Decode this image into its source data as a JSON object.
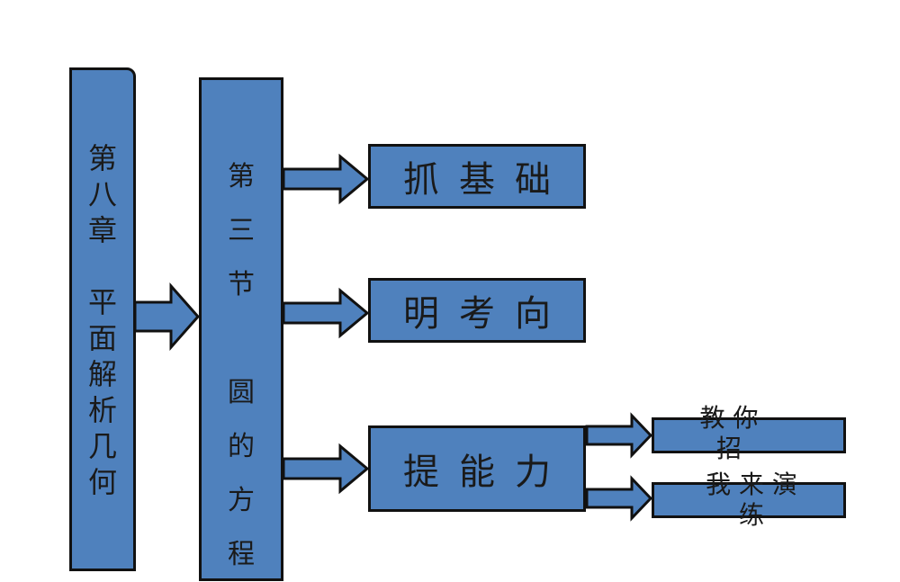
{
  "chapter": {
    "chars": [
      "第",
      "八",
      "章",
      "",
      "平",
      "面",
      "解",
      "析",
      "几",
      "何"
    ]
  },
  "section": {
    "chars": [
      "第",
      "三",
      "节",
      "",
      "圆",
      "的",
      "方",
      "程"
    ]
  },
  "items": [
    {
      "label": "抓基础"
    },
    {
      "label": "明考向"
    },
    {
      "label": "提能力"
    }
  ],
  "subitems": [
    {
      "label_lines": [
        "教 你",
        "招"
      ]
    },
    {
      "label_lines": [
        "我 来 演",
        "练"
      ]
    }
  ],
  "colors": {
    "box_fill": "#4f81bd",
    "border": "#111111"
  }
}
